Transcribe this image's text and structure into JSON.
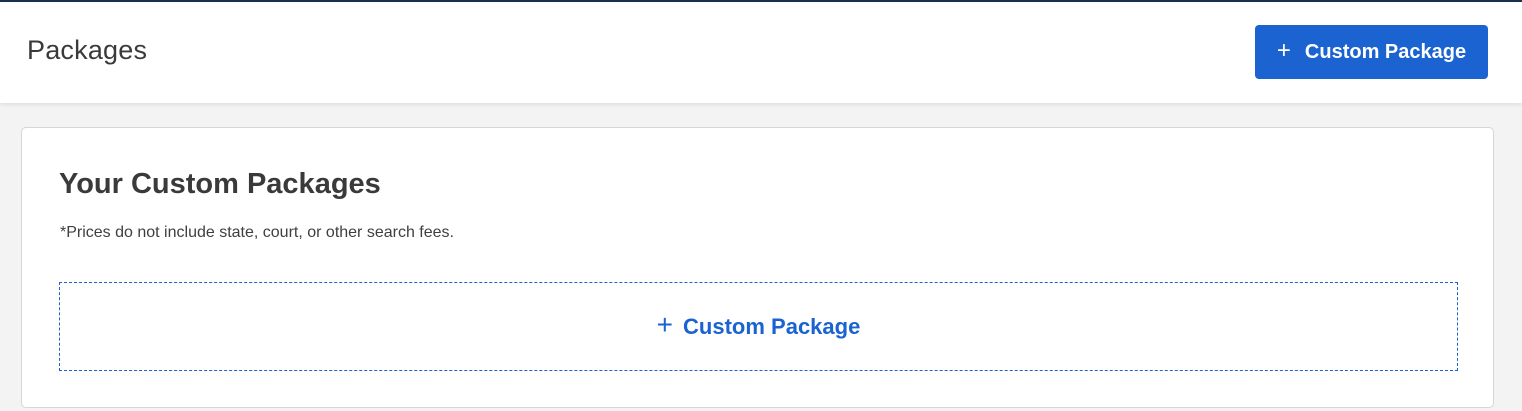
{
  "header": {
    "title": "Packages",
    "primary_button": {
      "icon": "plus-icon",
      "icon_glyph": "+",
      "label": "Custom Package"
    }
  },
  "card": {
    "title": "Your Custom Packages",
    "note": "*Prices do not include state, court, or other search fees.",
    "add_button": {
      "icon": "plus-icon",
      "icon_glyph": "+",
      "label": "Custom Package"
    }
  },
  "colors": {
    "accent": "#1a63d0",
    "top_line": "#17324d",
    "page_background": "#f3f3f3",
    "text": "#3a3a3a"
  }
}
